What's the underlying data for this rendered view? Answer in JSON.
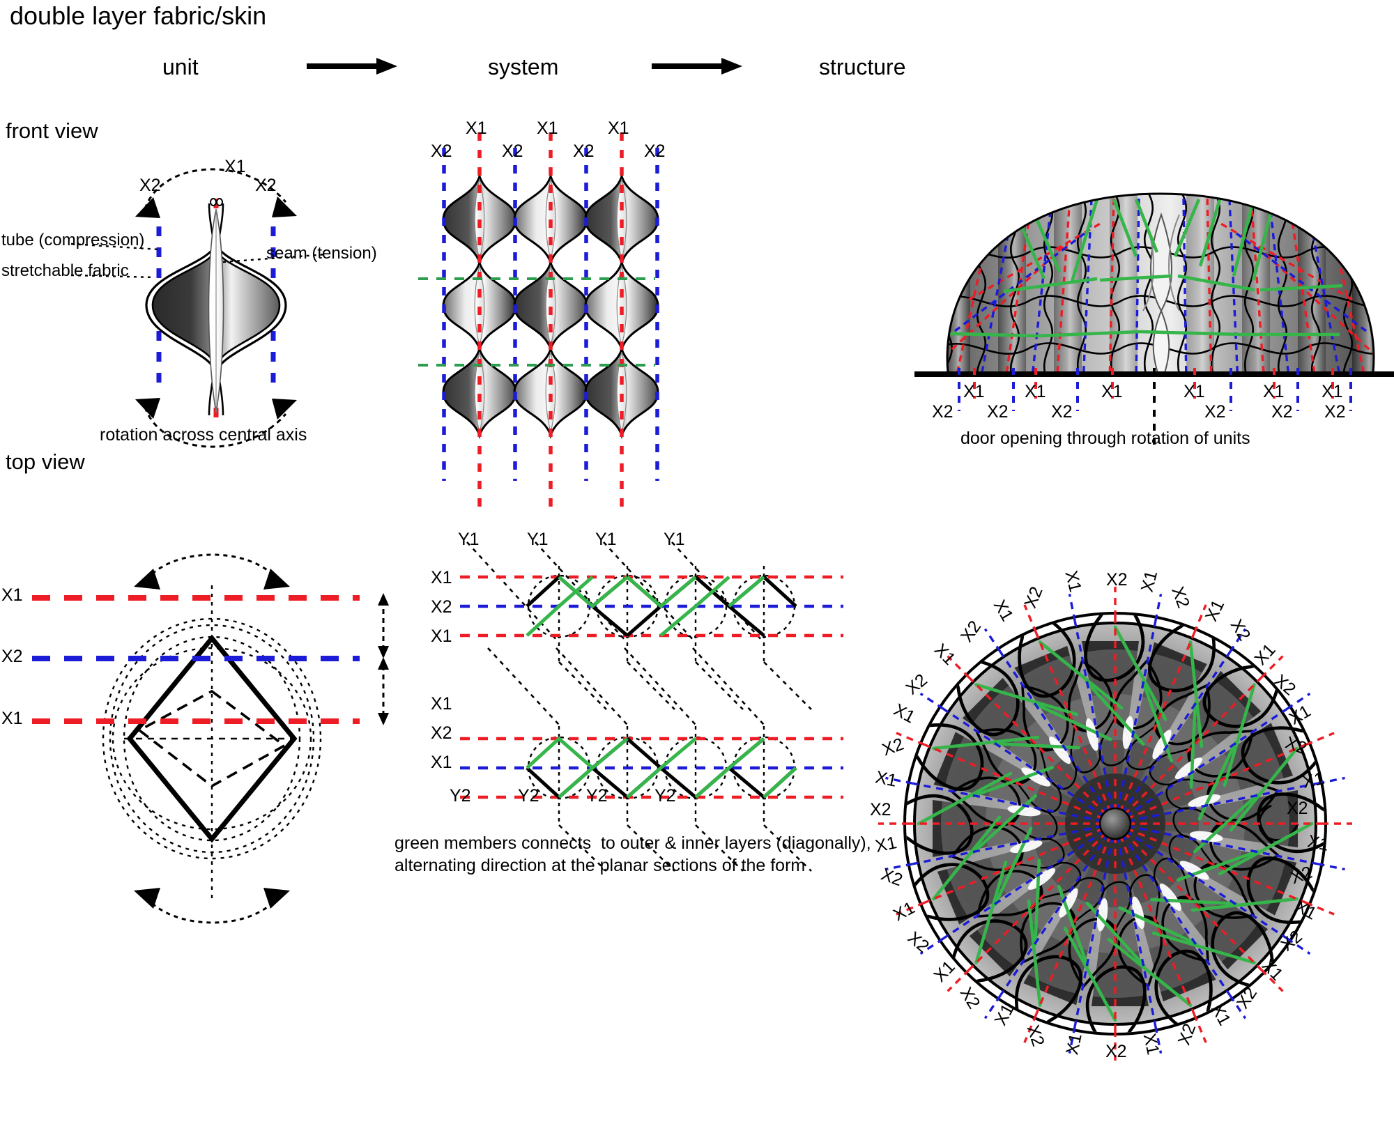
{
  "title": "double layer fabric/skin",
  "columns": {
    "unit": "unit",
    "system": "system",
    "structure": "structure",
    "arrow1": "arrow-right",
    "arrow2": "arrow-right"
  },
  "rows": {
    "front_view": "front view",
    "top_view": "top view"
  },
  "axis_labels": {
    "x1": "X1",
    "x2": "X2",
    "y1": "Y1",
    "y2": "Y2"
  },
  "colors": {
    "x1_axis": "#ee1c24",
    "x2_axis": "#1b1bd8",
    "green_member": "#35b54a",
    "green_dashed": "#2d9e4f",
    "outline": "#000000",
    "background": "#ffffff"
  },
  "unit_front": {
    "callouts": [
      {
        "label": "tube (compression)",
        "side": "left"
      },
      {
        "label": "stretchable fabric",
        "side": "left"
      },
      {
        "label": "seam (tension)",
        "side": "right"
      }
    ],
    "axis_top": {
      "x1": "X1",
      "x2_left": "X2",
      "x2_right": "X2"
    },
    "caption": "rotation across central axis"
  },
  "system_front": {
    "top_x1_labels": [
      "X1",
      "X1",
      "X1"
    ],
    "top_x2_labels": [
      "X2",
      "X2",
      "X2",
      "X2"
    ],
    "green_section_lines": 2,
    "rows_of_units": 3,
    "cols_of_units": 3
  },
  "structure_front": {
    "x1_labels": [
      "X1",
      "X1",
      "X1",
      "X1",
      "X1",
      "X1"
    ],
    "x2_labels": [
      "X2",
      "X2",
      "X2",
      "X2",
      "X2",
      "X2"
    ],
    "caption": "door opening through rotation of units",
    "door_axis": "dashed-center-line"
  },
  "unit_top": {
    "left_labels": [
      "X1",
      "X2",
      "X1"
    ],
    "arrows": "rotation-arrows"
  },
  "system_top": {
    "y1_labels": [
      "Y1",
      "Y1",
      "Y1",
      "Y1"
    ],
    "y2_labels": [
      "Y2",
      "Y2",
      "Y2",
      "Y2"
    ],
    "upper_band_labels": [
      "X1",
      "X2",
      "X1"
    ],
    "lower_band_labels": [
      "X1",
      "X2",
      "X1"
    ],
    "caption_line1": "green members connects  to outer & inner layers (diagonally),",
    "caption_line2": "alternating direction at the planar sections of the form"
  },
  "structure_top": {
    "rim_labels": [
      "X1",
      "X2",
      "X1",
      "X2",
      "X1",
      "X2",
      "X1",
      "X2",
      "X1",
      "X2",
      "X1",
      "X2",
      "X1",
      "X2",
      "X1",
      "X2",
      "X1",
      "X2",
      "X1",
      "X2",
      "X1",
      "X2",
      "X1",
      "X2",
      "X1",
      "X2",
      "X1",
      "X2",
      "X1",
      "X2",
      "X1",
      "X2"
    ],
    "petal_count": 16
  },
  "chart_data": {
    "type": "diagram",
    "title": "double layer fabric/skin",
    "matrix": {
      "columns": [
        "unit",
        "system",
        "structure"
      ],
      "rows": [
        "front view",
        "top view"
      ]
    }
  }
}
